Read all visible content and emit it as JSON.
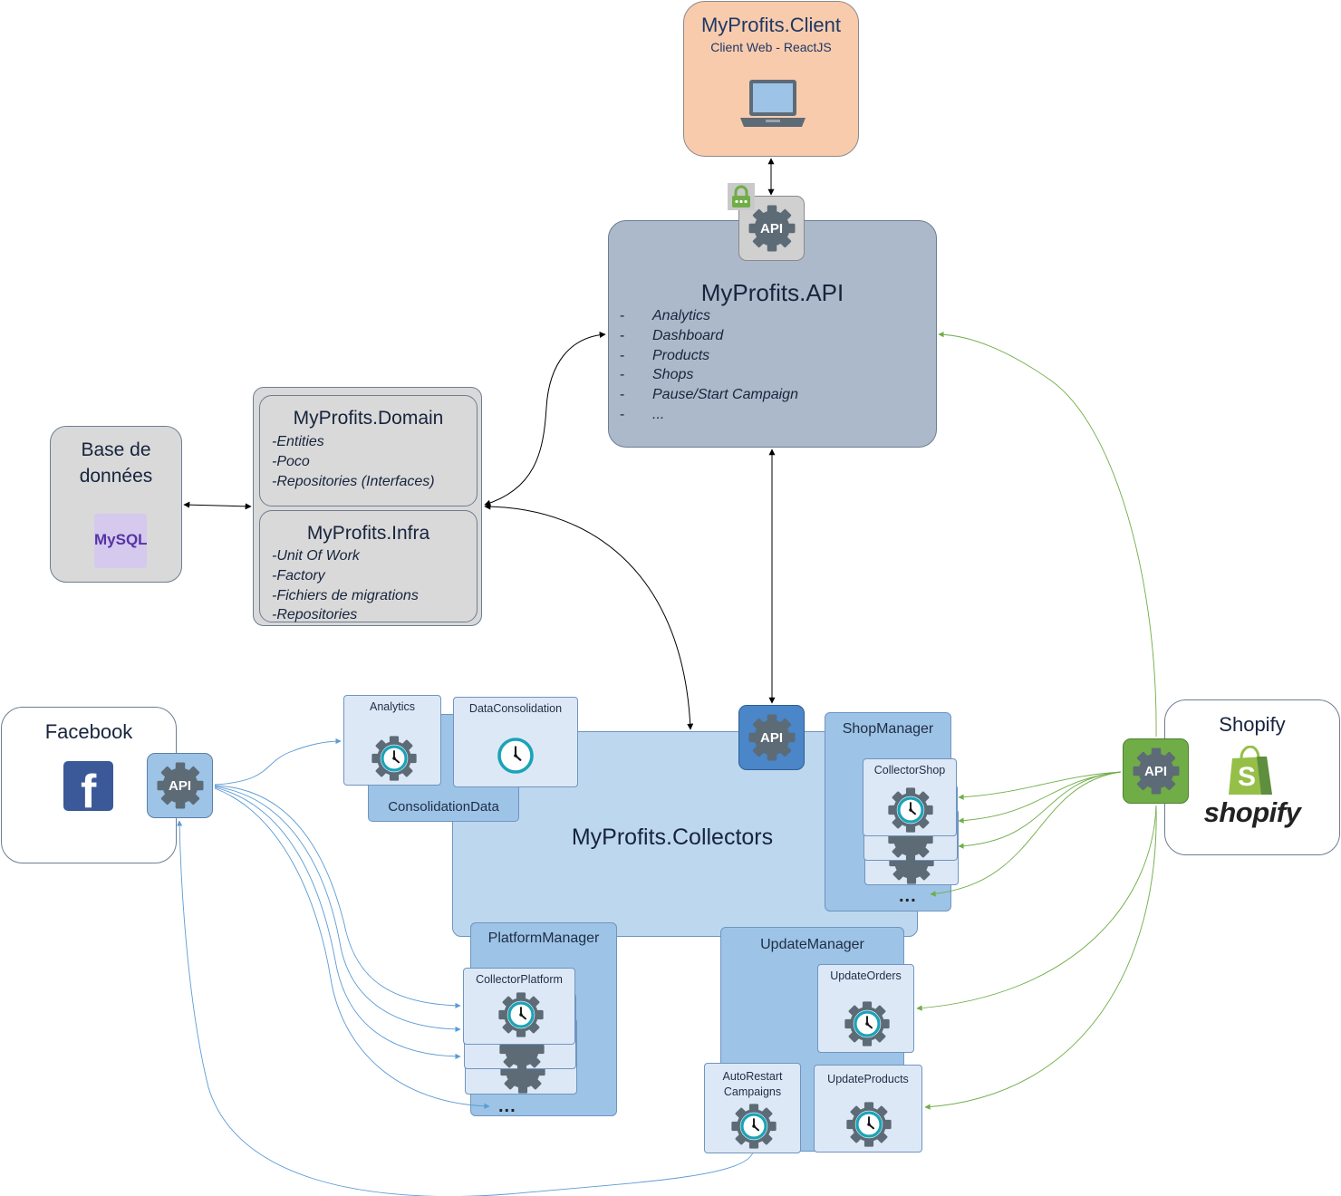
{
  "client": {
    "title": "MyProfits.Client",
    "subtitle": "Client Web - ReactJS"
  },
  "api": {
    "title": "MyProfits.API",
    "items": [
      "Analytics",
      "Dashboard",
      "Products",
      "Shops",
      "Pause/Start Campaign",
      "..."
    ],
    "badge": "API"
  },
  "database": {
    "title_line1": "Base de",
    "title_line2": "données",
    "logo": "MySQL"
  },
  "domain": {
    "title": "MyProfits.Domain",
    "items": [
      "-Entities",
      "-Poco",
      "-Repositories (Interfaces)"
    ]
  },
  "infra": {
    "title": "MyProfits.Infra",
    "items": [
      "-Unit Of Work",
      "-Factory",
      "-Fichiers de migrations",
      "-Repositories"
    ]
  },
  "facebook": {
    "title": "Facebook",
    "badge": "API"
  },
  "shopify": {
    "title": "Shopify",
    "wordmark": "shopify",
    "badge": "API"
  },
  "collectors": {
    "title": "MyProfits.Collectors",
    "badge": "API",
    "analytics": "Analytics",
    "data_consolidation": "DataConsolidation",
    "consolidation_data": "ConsolidationData",
    "shop_manager": "ShopManager",
    "collector_shop": "CollectorShop",
    "platform_manager": "PlatformManager",
    "collector_platform": "CollectorPlatform",
    "update_manager": "UpdateManager",
    "update_orders": "UpdateOrders",
    "update_products": "UpdateProducts",
    "auto_restart_line1": "AutoRestart",
    "auto_restart_line2": "Campaigns",
    "ellipsis": "..."
  },
  "colors": {
    "client_fill": "#f8cbad",
    "api_fill": "#acb9ca",
    "grey_fill": "#d9d9d9",
    "collectors_fill": "#bdd7ee",
    "manager_fill": "#9dc3e6",
    "card_fill": "#dde8f6",
    "facebook_blue": "#3b5998",
    "shopify_green": "#70ad47",
    "api_badge_blue": "#4a86c8",
    "clock_teal": "#1aa3b8"
  }
}
